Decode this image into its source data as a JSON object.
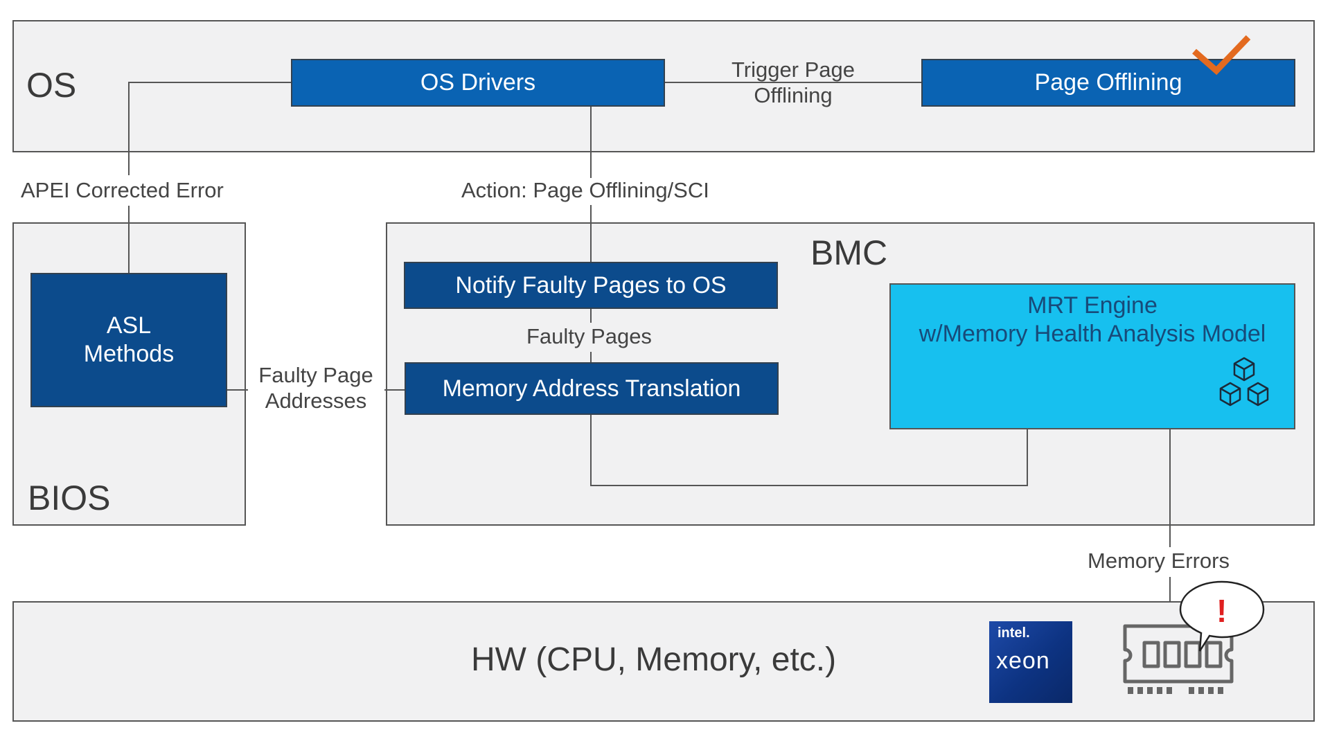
{
  "layers": {
    "os": "OS",
    "bios": "BIOS",
    "bmc": "BMC",
    "hw": "HW (CPU, Memory, etc.)"
  },
  "boxes": {
    "os_drivers": "OS Drivers",
    "page_offlining": "Page Offlining",
    "asl_methods_line1": "ASL",
    "asl_methods_line2": "Methods",
    "notify_faulty_pages": "Notify Faulty Pages to OS",
    "memory_address_translation": "Memory Address Translation",
    "mrt_line1": "MRT Engine",
    "mrt_line2": "w/Memory Health Analysis Model"
  },
  "edge_labels": {
    "trigger_line1": "Trigger Page",
    "trigger_line2": "Offlining",
    "apei": "APEI Corrected Error",
    "action": "Action: Page Offlining/SCI",
    "faulty_pages": "Faulty Pages",
    "faulty_page_addr_line1": "Faulty Page",
    "faulty_page_addr_line2": "Addresses",
    "memory_errors": "Memory Errors"
  },
  "logos": {
    "intel": "intel.",
    "xeon": "xeon"
  },
  "alert": "!",
  "icons": {
    "checkmark": "check-icon",
    "cubes": "cubes-icon",
    "memory": "memory-module-icon"
  },
  "colors": {
    "box_mid_blue": "#0a63b3",
    "box_dark_blue": "#0c4b8c",
    "mrt_cyan": "#17c0ef",
    "check_orange": "#e36a1f",
    "alert_red": "#e02020"
  }
}
